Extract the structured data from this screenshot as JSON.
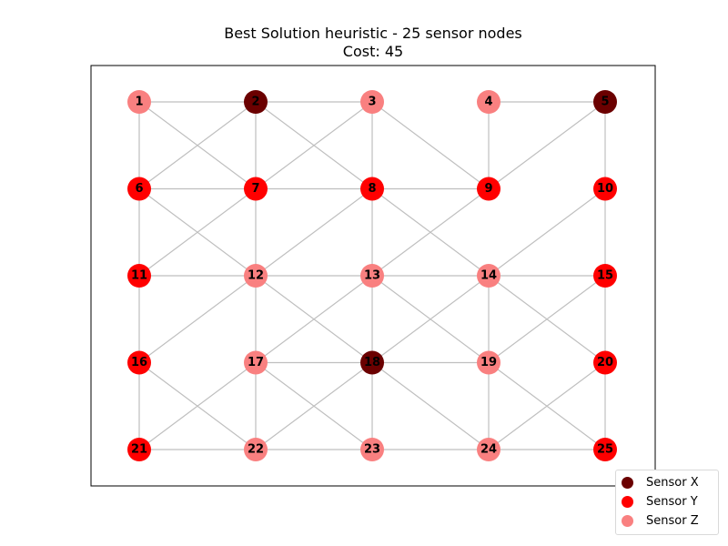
{
  "title": {
    "line1": "Best Solution heuristic - 25 sensor nodes",
    "line2": "Cost: 45"
  },
  "colors": {
    "sensor_x": "#6b0000",
    "sensor_y": "#ff0000",
    "sensor_z": "#f98080",
    "edge": "#bfbfbf"
  },
  "legend": {
    "items": [
      {
        "key": "X",
        "label": "Sensor X"
      },
      {
        "key": "Y",
        "label": "Sensor Y"
      },
      {
        "key": "Z",
        "label": "Sensor Z"
      }
    ]
  },
  "graph": {
    "grid": {
      "rows": 5,
      "cols": 5
    },
    "nodes": [
      {
        "id": 1,
        "type": "Z"
      },
      {
        "id": 2,
        "type": "X"
      },
      {
        "id": 3,
        "type": "Z"
      },
      {
        "id": 4,
        "type": "Z"
      },
      {
        "id": 5,
        "type": "X"
      },
      {
        "id": 6,
        "type": "Y"
      },
      {
        "id": 7,
        "type": "Y"
      },
      {
        "id": 8,
        "type": "Y"
      },
      {
        "id": 9,
        "type": "Y"
      },
      {
        "id": 10,
        "type": "Y"
      },
      {
        "id": 11,
        "type": "Y"
      },
      {
        "id": 12,
        "type": "Z"
      },
      {
        "id": 13,
        "type": "Z"
      },
      {
        "id": 14,
        "type": "Z"
      },
      {
        "id": 15,
        "type": "Y"
      },
      {
        "id": 16,
        "type": "Y"
      },
      {
        "id": 17,
        "type": "Z"
      },
      {
        "id": 18,
        "type": "X"
      },
      {
        "id": 19,
        "type": "Z"
      },
      {
        "id": 20,
        "type": "Y"
      },
      {
        "id": 21,
        "type": "Y"
      },
      {
        "id": 22,
        "type": "Z"
      },
      {
        "id": 23,
        "type": "Z"
      },
      {
        "id": 24,
        "type": "Z"
      },
      {
        "id": 25,
        "type": "Y"
      }
    ],
    "edges": [
      [
        1,
        2
      ],
      [
        2,
        3
      ],
      [
        4,
        5
      ],
      [
        6,
        7
      ],
      [
        7,
        8
      ],
      [
        8,
        9
      ],
      [
        11,
        12
      ],
      [
        12,
        13
      ],
      [
        13,
        14
      ],
      [
        14,
        15
      ],
      [
        17,
        18
      ],
      [
        18,
        19
      ],
      [
        21,
        22
      ],
      [
        22,
        23
      ],
      [
        23,
        24
      ],
      [
        24,
        25
      ],
      [
        1,
        6
      ],
      [
        2,
        7
      ],
      [
        3,
        8
      ],
      [
        4,
        9
      ],
      [
        5,
        10
      ],
      [
        6,
        11
      ],
      [
        7,
        12
      ],
      [
        8,
        13
      ],
      [
        10,
        15
      ],
      [
        11,
        16
      ],
      [
        12,
        17
      ],
      [
        13,
        18
      ],
      [
        14,
        19
      ],
      [
        15,
        20
      ],
      [
        16,
        21
      ],
      [
        17,
        22
      ],
      [
        18,
        23
      ],
      [
        19,
        24
      ],
      [
        20,
        25
      ],
      [
        1,
        7
      ],
      [
        2,
        6
      ],
      [
        2,
        8
      ],
      [
        3,
        7
      ],
      [
        3,
        9
      ],
      [
        5,
        9
      ],
      [
        6,
        12
      ],
      [
        7,
        11
      ],
      [
        8,
        12
      ],
      [
        8,
        14
      ],
      [
        9,
        13
      ],
      [
        10,
        14
      ],
      [
        12,
        16
      ],
      [
        12,
        18
      ],
      [
        13,
        17
      ],
      [
        13,
        19
      ],
      [
        14,
        18
      ],
      [
        14,
        20
      ],
      [
        15,
        19
      ],
      [
        16,
        22
      ],
      [
        17,
        21
      ],
      [
        17,
        23
      ],
      [
        18,
        22
      ],
      [
        18,
        24
      ],
      [
        19,
        25
      ],
      [
        20,
        24
      ]
    ]
  }
}
